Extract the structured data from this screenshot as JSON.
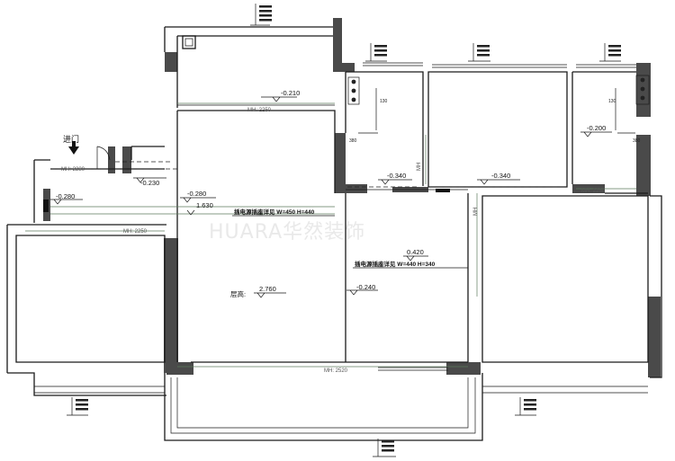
{
  "watermark": "HUARA华然装饰",
  "entry_label": "进门",
  "mh_labels": {
    "top_room": "MH: 2250",
    "entry": "MH: 2280",
    "right_room": "MH: 2250",
    "left_room": "MH: 2250",
    "living_bottom": "MH: 2520"
  },
  "levels": {
    "top_room": "-0.210",
    "entry": "-0.230",
    "left_entry": "-0.280",
    "living": "-0.280",
    "living_ceiling": "1.630",
    "center_room": "-0.340",
    "bath_room": "-0.340",
    "right_room": "-0.200",
    "center": "-0.240",
    "floor_height_value": "2.760",
    "outlet_height": "0.420"
  },
  "floor_height_label": "层高:",
  "fixture_labels": {
    "living": "插电源插座详见 W=450 H=440",
    "center": "插电源插座详见 W=440 H=340"
  },
  "dimensions": {
    "bath_vertical": "130",
    "bath_horizontal": "380",
    "right_vertical": "130",
    "right_horizontal": "380"
  },
  "vertical_mh": {
    "bath": "MH",
    "center": "MH"
  }
}
